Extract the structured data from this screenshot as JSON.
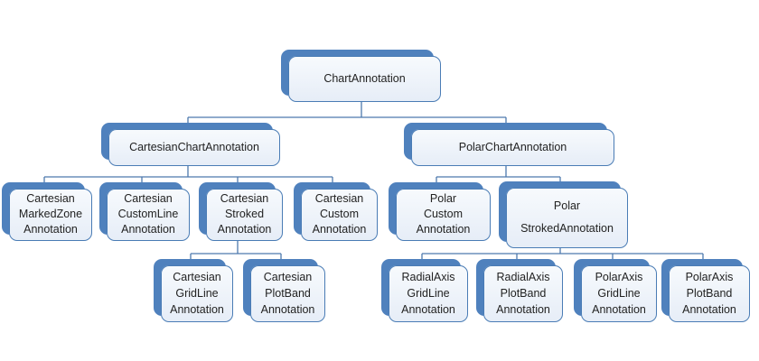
{
  "colors": {
    "background": "#ffffff",
    "node_shadow": "#4f81bd",
    "node_border": "#4a7cb5",
    "node_fill_top": "#f7fafd",
    "node_fill_bottom": "#e6edf7",
    "connector": "#4d79ad"
  },
  "nodes": [
    {
      "id": "chart-annotation",
      "level": 1,
      "lines": [
        "ChartAnnotation"
      ]
    },
    {
      "id": "cartesian-chart-annotation",
      "level": 2,
      "lines": [
        "CartesianChartAnnotation"
      ]
    },
    {
      "id": "polar-chart-annotation",
      "level": 2,
      "lines": [
        "PolarChartAnnotation"
      ]
    },
    {
      "id": "cartesian-marked-zone-annotation",
      "level": 3,
      "lines": [
        "Cartesian",
        "MarkedZone",
        "Annotation"
      ]
    },
    {
      "id": "cartesian-custom-line-annotation",
      "level": 3,
      "lines": [
        "Cartesian",
        "CustomLine",
        "Annotation"
      ]
    },
    {
      "id": "cartesian-stroked-annotation",
      "level": 3,
      "lines": [
        "Cartesian",
        "Stroked",
        "Annotation"
      ]
    },
    {
      "id": "cartesian-custom-annotation",
      "level": 3,
      "lines": [
        "Cartesian",
        "Custom",
        "Annotation"
      ]
    },
    {
      "id": "polar-custom-annotation",
      "level": 3,
      "lines": [
        "Polar",
        "Custom",
        "Annotation"
      ]
    },
    {
      "id": "polar-stroked-annotation",
      "level": 3,
      "lines": [
        "Polar",
        "StrokedAnnotation"
      ]
    },
    {
      "id": "cartesian-grid-line-annotation",
      "level": 4,
      "lines": [
        "Cartesian",
        "GridLine",
        "Annotation"
      ]
    },
    {
      "id": "cartesian-plot-band-annotation",
      "level": 4,
      "lines": [
        "Cartesian",
        "PlotBand",
        "Annotation"
      ]
    },
    {
      "id": "radial-axis-grid-line-annotation",
      "level": 4,
      "lines": [
        "RadialAxis",
        "GridLine",
        "Annotation"
      ]
    },
    {
      "id": "radial-axis-plot-band-annotation",
      "level": 4,
      "lines": [
        "RadialAxis",
        "PlotBand",
        "Annotation"
      ]
    },
    {
      "id": "polar-axis-grid-line-annotation",
      "level": 4,
      "lines": [
        "PolarAxis",
        "GridLine",
        "Annotation"
      ]
    },
    {
      "id": "polar-axis-plot-band-annotation",
      "level": 4,
      "lines": [
        "PolarAxis",
        "PlotBand",
        "Annotation"
      ]
    }
  ],
  "edges": [
    {
      "from": "chart-annotation",
      "to": [
        "cartesian-chart-annotation",
        "polar-chart-annotation"
      ]
    },
    {
      "from": "cartesian-chart-annotation",
      "to": [
        "cartesian-marked-zone-annotation",
        "cartesian-custom-line-annotation",
        "cartesian-stroked-annotation",
        "cartesian-custom-annotation"
      ]
    },
    {
      "from": "polar-chart-annotation",
      "to": [
        "polar-custom-annotation",
        "polar-stroked-annotation"
      ]
    },
    {
      "from": "cartesian-stroked-annotation",
      "to": [
        "cartesian-grid-line-annotation",
        "cartesian-plot-band-annotation"
      ]
    },
    {
      "from": "polar-stroked-annotation",
      "to": [
        "radial-axis-grid-line-annotation",
        "radial-axis-plot-band-annotation",
        "polar-axis-grid-line-annotation",
        "polar-axis-plot-band-annotation"
      ]
    }
  ]
}
